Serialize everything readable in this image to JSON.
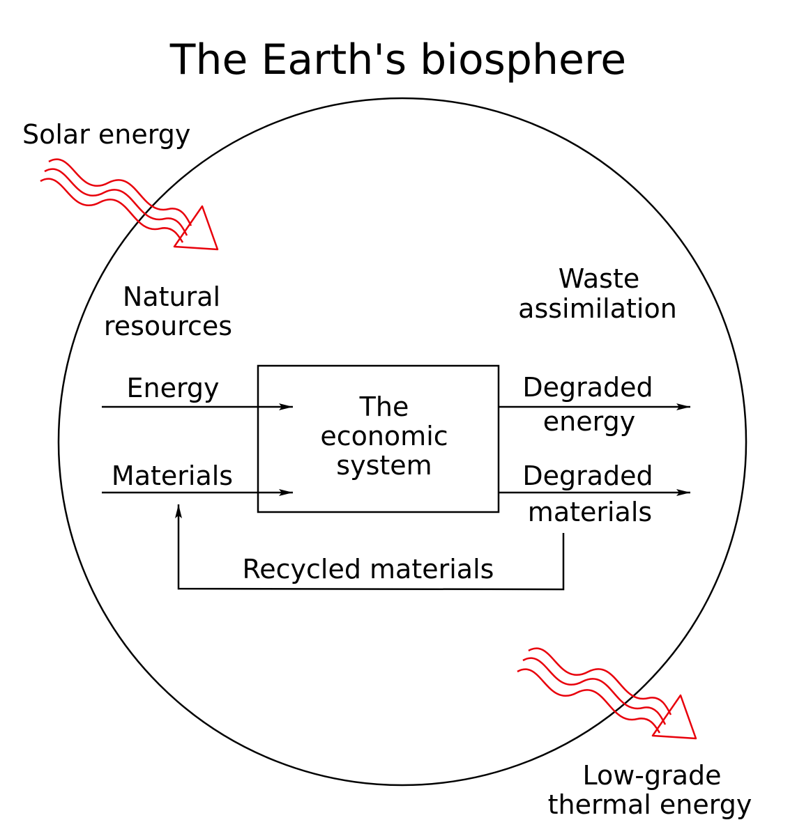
{
  "title": "The Earth's biosphere",
  "labels": {
    "solar_energy": "Solar energy",
    "natural_resources_line1": "Natural",
    "natural_resources_line2": "resources",
    "waste_assimilation_line1": "Waste",
    "waste_assimilation_line2": "assimilation",
    "energy": "Energy",
    "materials": "Materials",
    "economic_system_line1": "The",
    "economic_system_line2": "economic",
    "economic_system_line3": "system",
    "degraded_energy_line1": "Degraded",
    "degraded_energy_line2": "energy",
    "degraded_materials_line1": "Degraded",
    "degraded_materials_line2": "materials",
    "recycled_materials": "Recycled materials",
    "low_grade_line1": "Low-grade",
    "low_grade_line2": "thermal energy"
  },
  "colors": {
    "line": "#000000",
    "radiation": "#e8000b",
    "background": "#ffffff"
  }
}
